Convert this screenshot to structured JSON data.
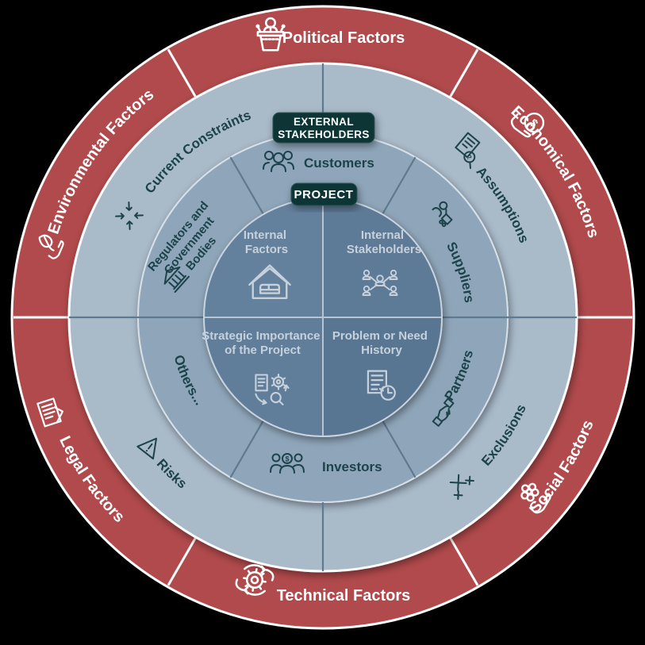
{
  "colors": {
    "background": "#000000",
    "outer_ring_red": "#b14a4c",
    "middle_ring": "#a9bac9",
    "stakeholder_ring": "#8fa6ba",
    "core_circle": "#5d7a96",
    "badge_background": "#0f3436",
    "dark_teal_text": "#1c424a",
    "light_core_text": "#c6d1dc",
    "white": "#ffffff"
  },
  "outer_ring": {
    "items": [
      {
        "label": "Political Factors",
        "icon": "podium-icon"
      },
      {
        "label": "Economical Factors",
        "icon": "hand-coin-icon"
      },
      {
        "label": "Social Factors",
        "icon": "hand-flower-icon"
      },
      {
        "label": "Technical Factors",
        "icon": "gear-hands-icon"
      },
      {
        "label": "Legal Factors",
        "icon": "document-gavel-icon"
      },
      {
        "label": "Environmental Factors",
        "icon": "hand-leaf-icon"
      }
    ]
  },
  "middle_ring": {
    "badge": {
      "line1": "EXTERNAL",
      "line2": "STAKEHOLDERS"
    },
    "items": [
      {
        "label": "Current Constraints",
        "icon": "converging-arrows-icon"
      },
      {
        "label": "Assumptions",
        "icon": "document-magnifier-icon"
      },
      {
        "label": "Exclusions",
        "icon": "x-marks-icon"
      },
      {
        "label": "Risks",
        "icon": "warning-triangle-icon"
      }
    ]
  },
  "inner_ring": {
    "items": [
      {
        "label": "Customers",
        "icon": "people-group-icon"
      },
      {
        "label": "Suppliers",
        "icon": "person-cart-icon"
      },
      {
        "label": "Partners",
        "icon": "handshake-icon"
      },
      {
        "label": "Investors",
        "icon": "people-dollar-icon"
      },
      {
        "label": "Others...",
        "icon": ""
      },
      {
        "line1": "Regulators and",
        "line2": "Government",
        "line3": "Bodies",
        "icon": "government-building-icon"
      }
    ]
  },
  "core": {
    "badge": "PROJECT",
    "quadrants": [
      {
        "line1": "Internal",
        "line2": "Factors",
        "icon": "house-sofa-icon"
      },
      {
        "line1": "Internal",
        "line2": "Stakeholders",
        "icon": "org-chart-icon"
      },
      {
        "line1": "Strategic Importance",
        "line2": "of the Project",
        "icon": "strategy-cycle-icon"
      },
      {
        "line1": "Problem or Need",
        "line2": "History",
        "icon": "document-clock-icon"
      }
    ]
  },
  "glyphs": {
    "dollar": "$",
    "question": "?"
  }
}
